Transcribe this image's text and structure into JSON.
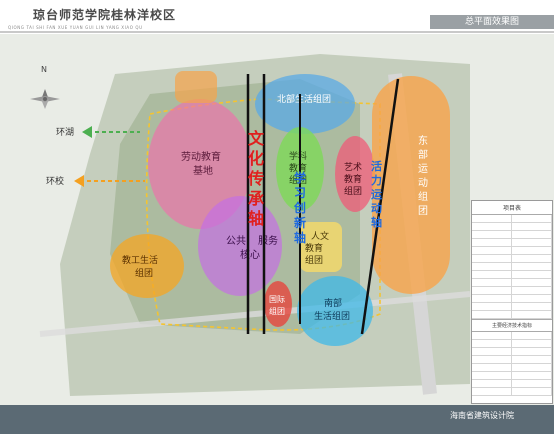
{
  "title": "琼台师范学院桂林洋校区",
  "subtitle": "QIONG TAI SHI FAN XUE YUAN GUI LIN YANG XIAO QU",
  "heading": "总平面效果图",
  "compass": "N",
  "arrows": {
    "huanhu": "环湖",
    "huanxiao": "环校"
  },
  "zones": {
    "labor": "劳动教育基地",
    "north_life": "北部生活组团",
    "science": "学科教育组团",
    "art": "艺术教育组团",
    "east_sport": "东部运动组团",
    "public": "公共服务核心",
    "humanities": "人文教育组团",
    "intl": "国际组团",
    "south_life": "南部生活组团",
    "teacher_life": "教工生活组团"
  },
  "axes": {
    "culture": "文化传承轴",
    "innovation": "学习创新轴",
    "sport": "活力运动轴"
  },
  "legend": {
    "header": "项目表",
    "sub": "主要经济技术指标"
  },
  "footer": {
    "org": "海南省建筑设计院"
  }
}
